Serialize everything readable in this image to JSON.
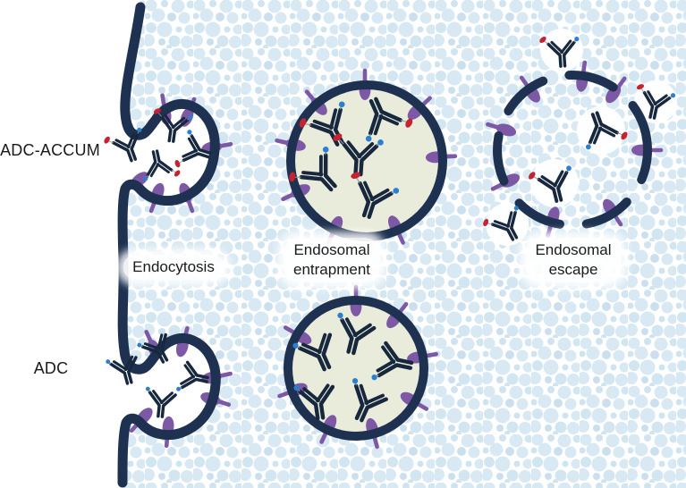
{
  "figure_type": "adc-endosomal-escape-pathway-diagram",
  "rows": [
    {
      "label": "ADC-ACCUM"
    },
    {
      "label": "ADC"
    }
  ],
  "stages": [
    {
      "label": "Endocytosis"
    },
    {
      "label": "Endosomal\nentrapment"
    },
    {
      "label": "Endosomal\nescape"
    }
  ],
  "icons": {
    "antibody_adc_accum": "Y-shaped antibody with red and blue payloads",
    "antibody_adc": "Y-shaped antibody with blue payload only",
    "receptor": "purple transmembrane receptor",
    "cell_membrane": "dark wavy membrane with endocytic pits",
    "endosome": "closed vesicle with entrapped antibodies",
    "escape_vesicle": "ruptured (dashed) vesicle releasing antibodies",
    "cytoplasm_texture": "light-blue bubble foam background"
  },
  "colors": {
    "background": "#ffffff",
    "cytoplasm_bubble": "#d8e9f3",
    "membrane_navy": "#1e3150",
    "antibody_navy": "#17283e",
    "receptor_purple": "#7d58a4",
    "payload_red": "#c42330",
    "payload_blue": "#2a7fd0",
    "endosome_fill": "#e9ecdb",
    "label_text": "#1a1a1a"
  }
}
